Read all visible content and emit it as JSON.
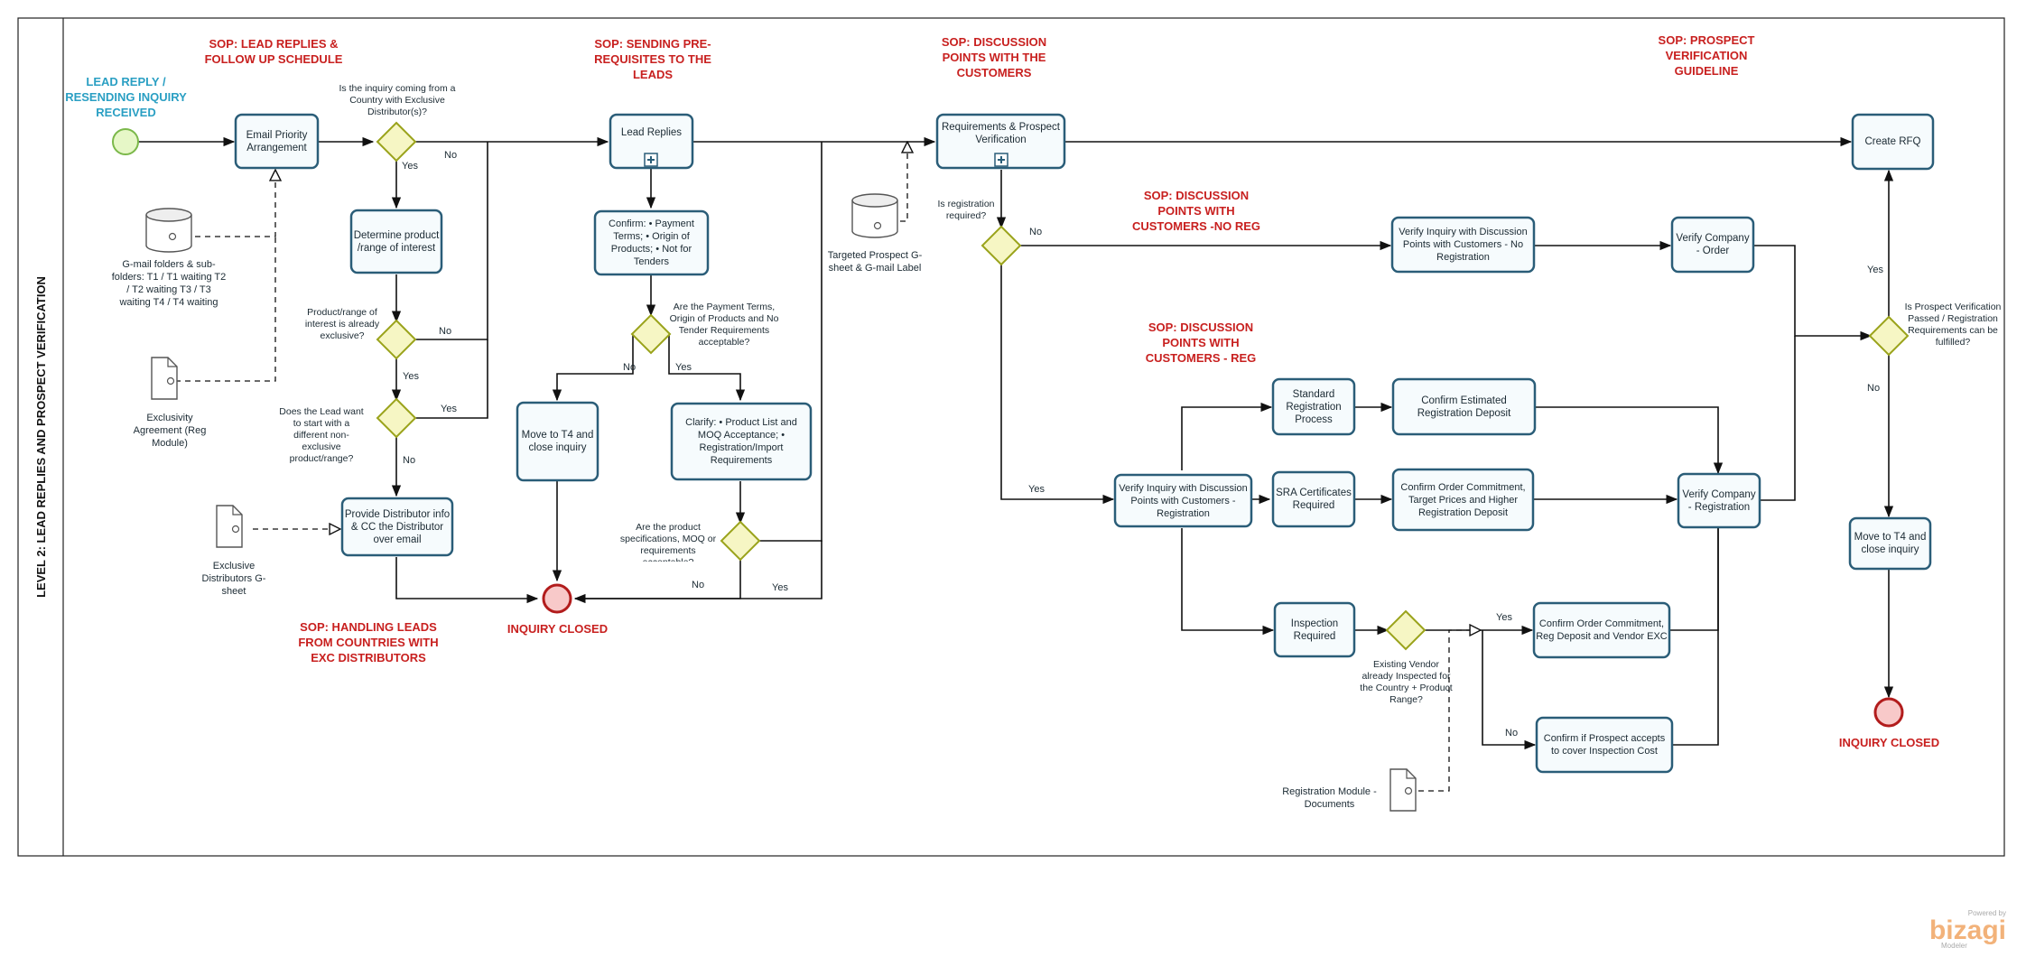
{
  "lane": {
    "title": "LEVEL 2: LEAD REPLIES AND PROSPECT VERIFICATION"
  },
  "events": {
    "start": "LEAD REPLY / RESENDING INQUIRY RECEIVED",
    "end1": "INQUIRY CLOSED",
    "end2": "INQUIRY CLOSED"
  },
  "sops": {
    "s1": "SOP: LEAD REPLIES & FOLLOW UP SCHEDULE",
    "s2": "SOP: SENDING PRE-REQUISITES TO THE LEADS",
    "s3": "SOP: DISCUSSION POINTS WITH THE CUSTOMERS",
    "s4": "SOP: PROSPECT VERIFICATION GUIDELINE",
    "s5": "SOP: DISCUSSION POINTS WITH CUSTOMERS -NO REG",
    "s6": "SOP: DISCUSSION POINTS WITH CUSTOMERS - REG",
    "s7": "SOP: HANDLING LEADS FROM COUNTRIES WITH EXC DISTRIBUTORS"
  },
  "tasks": {
    "email_priority": "Email Priority Arrangement",
    "determine_product": "Determine product /range of interest",
    "provide_distributor": "Provide Distributor info & CC the Distributor over email",
    "lead_replies": "Lead Replies",
    "confirm": "Confirm: • Payment Terms; • Origin of Products; • Not for Tenders",
    "move_t4_a": "Move to T4 and close inquiry",
    "clarify": "Clarify: • Product List and MOQ Acceptance; • Registration/Import Requirements",
    "req_prospect": "Requirements & Prospect Verification",
    "verify_no_reg": "Verify Inquiry with Discussion Points with Customers - No Registration",
    "verify_order": "Verify Company - Order",
    "create_rfq": "Create RFQ",
    "move_t4_b": "Move to T4 and close inquiry",
    "verify_reg": "Verify Inquiry with Discussion Points with Customers - Registration",
    "standard_reg": "Standard Registration Process",
    "sra_cert": "SRA Certificates Required",
    "inspection_req": "Inspection Required",
    "confirm_est_deposit": "Confirm Estimated Registration Deposit",
    "confirm_order_commit": "Confirm Order Commitment, Target Prices and Higher Registration Deposit",
    "confirm_order_vendor": "Confirm Order Commitment, Reg Deposit and Vendor EXC",
    "confirm_inspection_cost": "Confirm if Prospect accepts to cover Inspection Cost",
    "verify_company_reg": "Verify Company - Registration"
  },
  "gateways": {
    "g1": "Is the inquiry coming from a Country with Exclusive Distributor(s)?",
    "g2": "Product/range of interest is already exclusive?",
    "g3": "Does the Lead want to start with a different non-exclusive product/range?",
    "g4": "Are the Payment Terms, Origin of Products and No Tender Requirements acceptable?",
    "g5": "Are the product specifications, MOQ or requirements acceptable?",
    "g6": "Is registration required?",
    "g7": "Is Prospect Verification Passed / Registration Requirements can be fulfilled?",
    "g8": "Existing Vendor already Inspected for the Country + Product Range?"
  },
  "artifacts": {
    "gmail": "G-mail folders & sub-folders: T1 / T1 waiting T2 / T2 waiting T3 / T3 waiting T4 / T4 waiting",
    "exclusivity": "Exclusivity Agreement (Reg Module)",
    "exclusive_dist": "Exclusive Distributors G-sheet",
    "targeted": "Targeted Prospect G-sheet & G-mail Label",
    "reg_module": "Registration Module - Documents"
  },
  "labels": {
    "yes": "Yes",
    "no": "No"
  },
  "brand": {
    "powered": "Powered by",
    "name": "bizagi",
    "sub": "Modeler"
  }
}
